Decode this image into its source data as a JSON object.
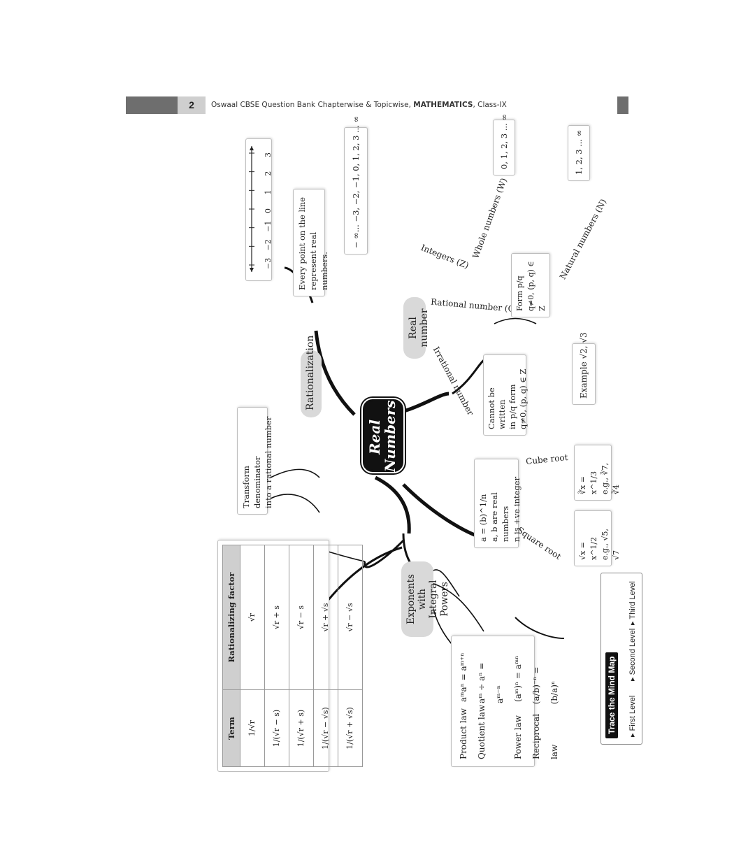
{
  "header": {
    "page_number": "2",
    "title_prefix": "Oswaal CBSE Question Bank Chapterwise & Topicwise, ",
    "title_subject": "MATHEMATICS",
    "title_suffix": ", Class-IX"
  },
  "center": {
    "line1": "Real",
    "line2": "Numbers"
  },
  "number_line": {
    "ticks": [
      "−3",
      "−2",
      "−1",
      "0",
      "1",
      "2",
      "3"
    ]
  },
  "every_point": {
    "line1": "Every point on the line",
    "line2": "represent real numbers."
  },
  "real_number": "Real number",
  "rationalization": "Rationalization",
  "transform": {
    "line1": "Transform denominator",
    "line2": "into a rational number"
  },
  "exponents": {
    "line1": "Exponents with",
    "line2": "Integral Powers"
  },
  "integers": {
    "label": "Integers (Z)",
    "values": "− ∞... −3, −2, −1, 0, 1, 2, 3 ... ∞"
  },
  "whole": {
    "label": "Whole numbers (W)",
    "values": "0, 1, 2, 3 ... ∞"
  },
  "natural": {
    "label": "Natural numbers (N)",
    "values": "1, 2, 3 ... ∞"
  },
  "rational": {
    "label": "Rational number (Q)",
    "form": "Form p/q",
    "cond": "q≠0, (p, q) ∈ Z"
  },
  "irrational": {
    "label": "Irrational number",
    "line1": "Cannot be written",
    "line2": "in p/q form",
    "line3": "q≠0, (p, q) ∈ Z",
    "example": "Example √2, √3"
  },
  "powers": {
    "line1": "a = (b)^1/n",
    "line2": "a, b are real numbers",
    "line3": "n is +ve integer"
  },
  "cube_root": {
    "label": "Cube root",
    "line1": "∛x = x^1/3",
    "line2": "e.g., ∛7, ∛4"
  },
  "square_root": {
    "label": "Square root",
    "line1": "√x = x^1/2",
    "line2": "e.g., √5, √7"
  },
  "table": {
    "headers": [
      "Term",
      "Rationalizing factor"
    ],
    "rows": [
      [
        "1/√r",
        "√r"
      ],
      [
        "1/(√r − s)",
        "√r + s"
      ],
      [
        "1/(√r + s)",
        "√r − s"
      ],
      [
        "1/(√r − √s)",
        "√r + √s"
      ],
      [
        "1/(√r + √s)",
        "√r − √s"
      ]
    ]
  },
  "laws": [
    {
      "name": "Product law",
      "formula": "aᵐaⁿ = aᵐ⁺ⁿ"
    },
    {
      "name": "Quotient law",
      "formula": "aᵐ ÷ aⁿ = aᵐ⁻ⁿ"
    },
    {
      "name": "Power law",
      "formula": "(aᵐ)ⁿ = aᵐⁿ"
    },
    {
      "name": "Reciprocal law",
      "formula": "(a/b)⁻ⁿ = (b/a)ⁿ"
    }
  ],
  "legend": {
    "title": "Trace the Mind Map",
    "first": "First Level",
    "second": "Second Level",
    "third": "Third Level"
  },
  "colors": {
    "header_dark": "#6e6e6e",
    "header_light": "#cfcfcf",
    "pill": "#d9d9d9",
    "center": "#111111"
  }
}
